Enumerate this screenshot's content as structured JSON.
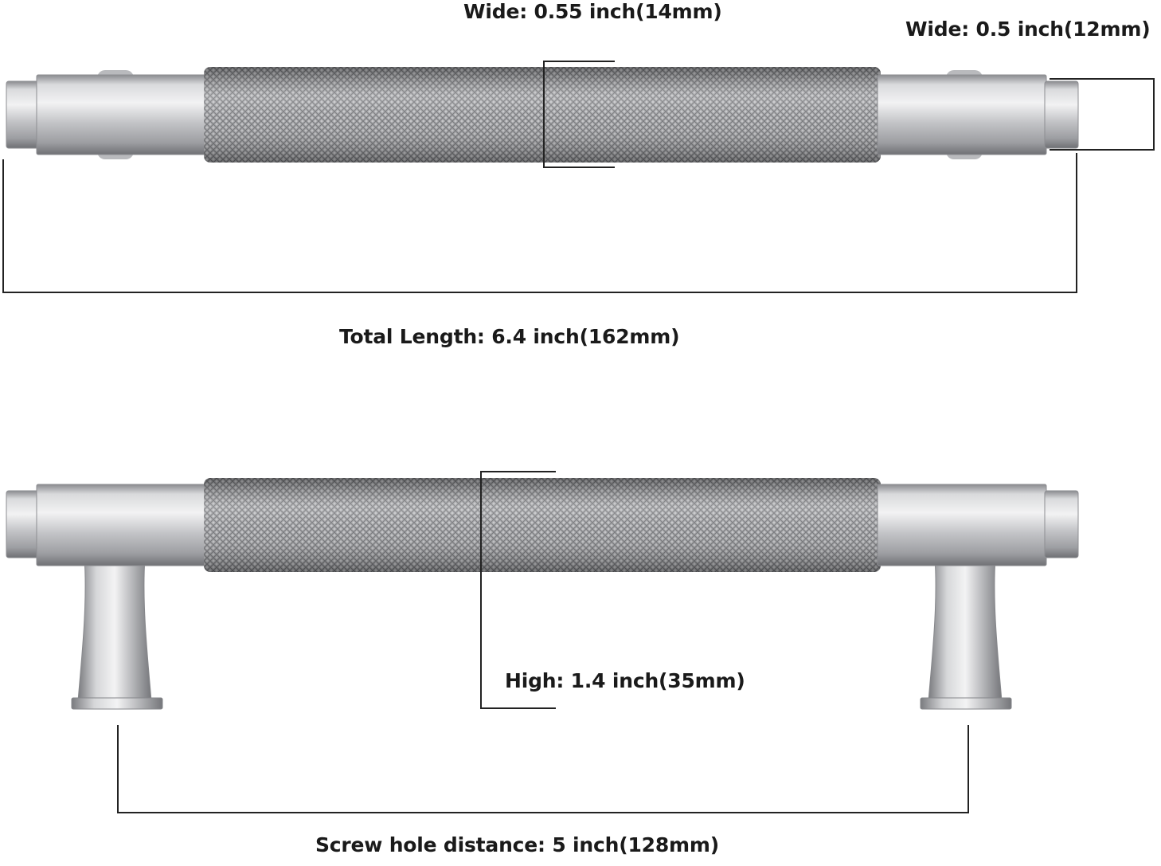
{
  "dimensions": {
    "bar_width_label": "Wide: 0.55 inch(14mm)",
    "end_width_label": "Wide: 0.5 inch(12mm)",
    "total_length_label": "Total Length: 6.4 inch(162mm)",
    "height_label": "High: 1.4 inch(35mm)",
    "screw_hole_label": "Screw hole distance:  5 inch(128mm)"
  },
  "colors": {
    "metal_light": "#e4e4e6",
    "metal_mid": "#b8b9bc",
    "metal_dark": "#7e7f83",
    "knurl_base": "#a9aaad",
    "dimension_line": "#222222",
    "text": "#1a1a1a"
  }
}
